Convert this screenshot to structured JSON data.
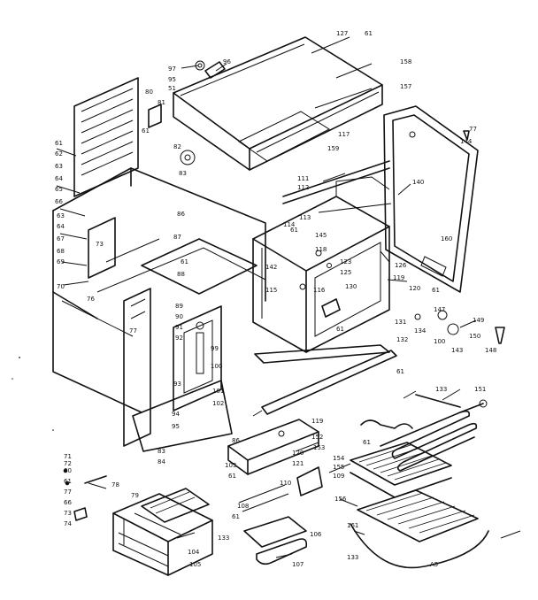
{
  "labels": [
    {
      "id": "l-127",
      "text": "127"
    },
    {
      "id": "l-61a",
      "text": "61"
    },
    {
      "id": "l-97",
      "text": "97"
    },
    {
      "id": "l-96",
      "text": "96"
    },
    {
      "id": "l-95",
      "text": "95"
    },
    {
      "id": "l-51",
      "text": "51"
    },
    {
      "id": "l-158",
      "text": "158"
    },
    {
      "id": "l-157",
      "text": "157"
    },
    {
      "id": "l-80",
      "text": "80"
    },
    {
      "id": "l-81",
      "text": "81"
    },
    {
      "id": "l-61b",
      "text": "61"
    },
    {
      "id": "l-82",
      "text": "82"
    },
    {
      "id": "l-83",
      "text": "83"
    },
    {
      "id": "l-77",
      "text": "77"
    },
    {
      "id": "l-144",
      "text": "144"
    },
    {
      "id": "l-117",
      "text": "117"
    },
    {
      "id": "l-159",
      "text": "159"
    },
    {
      "id": "l-61c",
      "text": "61"
    },
    {
      "id": "l-62",
      "text": "62"
    },
    {
      "id": "l-63",
      "text": "63"
    },
    {
      "id": "l-64",
      "text": "64"
    },
    {
      "id": "l-65",
      "text": "65"
    },
    {
      "id": "l-66",
      "text": "66"
    },
    {
      "id": "l-63b",
      "text": "63"
    },
    {
      "id": "l-64b",
      "text": "64"
    },
    {
      "id": "l-67",
      "text": "67"
    },
    {
      "id": "l-68",
      "text": "68"
    },
    {
      "id": "l-69",
      "text": "69"
    },
    {
      "id": "l-70",
      "text": "70"
    },
    {
      "id": "l-111",
      "text": "111"
    },
    {
      "id": "l-112",
      "text": "112"
    },
    {
      "id": "l-140",
      "text": "140"
    },
    {
      "id": "l-113",
      "text": "113"
    },
    {
      "id": "l-114",
      "text": "114"
    },
    {
      "id": "l-145",
      "text": "145"
    },
    {
      "id": "l-118",
      "text": "118"
    },
    {
      "id": "l-123",
      "text": "123"
    },
    {
      "id": "l-125",
      "text": "125"
    },
    {
      "id": "l-160",
      "text": "160"
    },
    {
      "id": "l-73",
      "text": "73"
    },
    {
      "id": "l-86",
      "text": "86"
    },
    {
      "id": "l-87",
      "text": "87"
    },
    {
      "id": "l-88",
      "text": "88"
    },
    {
      "id": "l-61d",
      "text": "61"
    },
    {
      "id": "l-61e",
      "text": "61"
    },
    {
      "id": "l-142",
      "text": "142"
    },
    {
      "id": "l-126",
      "text": "126"
    },
    {
      "id": "l-119",
      "text": "119"
    },
    {
      "id": "l-120",
      "text": "120"
    },
    {
      "id": "l-116",
      "text": "116"
    },
    {
      "id": "l-130",
      "text": "130"
    },
    {
      "id": "l-115",
      "text": "115"
    },
    {
      "id": "l-76",
      "text": "76"
    },
    {
      "id": "l-61f",
      "text": "61"
    },
    {
      "id": "l-147",
      "text": "147"
    },
    {
      "id": "l-149",
      "text": "149"
    },
    {
      "id": "l-134",
      "text": "134"
    },
    {
      "id": "l-100",
      "text": "100"
    },
    {
      "id": "l-150",
      "text": "150"
    },
    {
      "id": "l-143",
      "text": "143"
    },
    {
      "id": "l-148",
      "text": "148"
    },
    {
      "id": "l-89",
      "text": "89"
    },
    {
      "id": "l-90",
      "text": "90"
    },
    {
      "id": "l-91",
      "text": "91"
    },
    {
      "id": "l-92",
      "text": "92"
    },
    {
      "id": "l-93",
      "text": "93"
    },
    {
      "id": "l-99",
      "text": "99"
    },
    {
      "id": "l-100b",
      "text": "100"
    },
    {
      "id": "l-101",
      "text": "101"
    },
    {
      "id": "l-102",
      "text": "102"
    },
    {
      "id": "l-131",
      "text": "131"
    },
    {
      "id": "l-132",
      "text": "132"
    },
    {
      "id": "l-61g",
      "text": "61"
    },
    {
      "id": "l-77b",
      "text": "77"
    },
    {
      "id": "l-61h",
      "text": "61"
    },
    {
      "id": "l-133",
      "text": "133"
    },
    {
      "id": "l-151",
      "text": "151"
    },
    {
      "id": "l-94",
      "text": "94"
    },
    {
      "id": "l-95b",
      "text": "95"
    },
    {
      "id": "l-83b",
      "text": "83"
    },
    {
      "id": "l-84",
      "text": "84"
    },
    {
      "id": "l-86b",
      "text": "86"
    },
    {
      "id": "l-119b",
      "text": "119"
    },
    {
      "id": "l-152",
      "text": "152"
    },
    {
      "id": "l-153",
      "text": "153"
    },
    {
      "id": "l-61i",
      "text": "61"
    },
    {
      "id": "l-154",
      "text": "154"
    },
    {
      "id": "l-155",
      "text": "155"
    },
    {
      "id": "l-109",
      "text": "109"
    },
    {
      "id": "l-71",
      "text": "71"
    },
    {
      "id": "l-72",
      "text": "72"
    },
    {
      "id": "l-80b",
      "text": "80"
    },
    {
      "id": "l-61j",
      "text": "61"
    },
    {
      "id": "l-77c",
      "text": "77"
    },
    {
      "id": "l-66b",
      "text": "66"
    },
    {
      "id": "l-73b",
      "text": "73"
    },
    {
      "id": "l-74",
      "text": "74"
    },
    {
      "id": "l-78",
      "text": "78"
    },
    {
      "id": "l-79",
      "text": "79"
    },
    {
      "id": "l-103",
      "text": "103"
    },
    {
      "id": "l-61k",
      "text": "61"
    },
    {
      "id": "l-120b",
      "text": "120"
    },
    {
      "id": "l-121",
      "text": "121"
    },
    {
      "id": "l-110",
      "text": "110"
    },
    {
      "id": "l-104",
      "text": "104"
    },
    {
      "id": "l-105",
      "text": "105"
    },
    {
      "id": "l-106",
      "text": "106"
    },
    {
      "id": "l-108",
      "text": "108"
    },
    {
      "id": "l-61l",
      "text": "61"
    },
    {
      "id": "l-133b",
      "text": "133"
    },
    {
      "id": "l-107",
      "text": "107"
    },
    {
      "id": "l-156",
      "text": "156"
    },
    {
      "id": "l-161",
      "text": "161"
    },
    {
      "id": "l-133c",
      "text": "133"
    },
    {
      "id": "l-a5",
      "text": "A5"
    }
  ]
}
